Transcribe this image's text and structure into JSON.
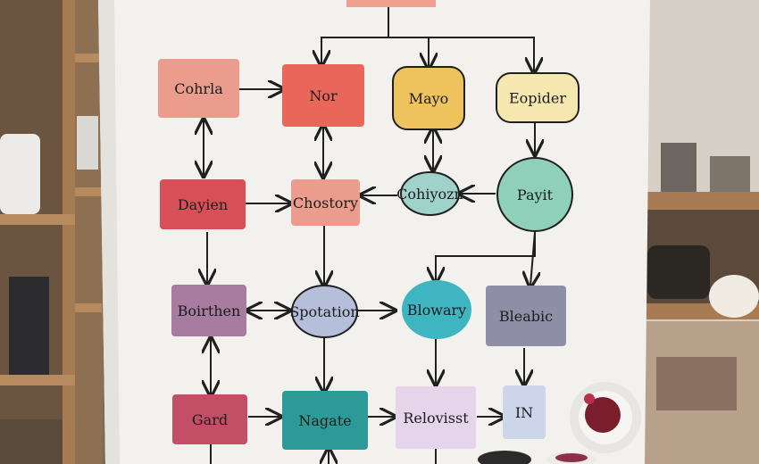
{
  "photo": {
    "colors": {
      "paper": "#f2f1ee",
      "shelf_wood": "#a0774f",
      "wall": "#d9d3ca",
      "ink": "#1f1f1f"
    }
  },
  "flowchart": {
    "nodes": [
      {
        "id": "cohrla",
        "label": "Cohrla",
        "shape": "rect",
        "color": "#ec9c8c"
      },
      {
        "id": "nor",
        "label": "Nor",
        "shape": "rect",
        "color": "#e9675a"
      },
      {
        "id": "mayo",
        "label": "Mayo",
        "shape": "round",
        "color": "#eec25c"
      },
      {
        "id": "epider",
        "label": "Eopider",
        "shape": "round",
        "color": "#f6e7b0"
      },
      {
        "id": "dayien",
        "label": "Dayien",
        "shape": "rect",
        "color": "#d94f58"
      },
      {
        "id": "chostory",
        "label": "Chostory",
        "shape": "rect",
        "color": "#ec9c8c"
      },
      {
        "id": "cohiyozn",
        "label": "Cohiyozn",
        "shape": "ellipse",
        "color": "#9fd3c9"
      },
      {
        "id": "payit",
        "label": "Payit",
        "shape": "circle",
        "color": "#8fd0bb"
      },
      {
        "id": "boirthen",
        "label": "Boirthen",
        "shape": "rect",
        "color": "#a77ca0"
      },
      {
        "id": "spotation",
        "label": "Spotation",
        "shape": "ellipse",
        "color": "#b6bfd9"
      },
      {
        "id": "blowary",
        "label": "Blowary",
        "shape": "blob",
        "color": "#3fb5c2"
      },
      {
        "id": "bleabic",
        "label": "Bleabic",
        "shape": "rect",
        "color": "#8e8fa6"
      },
      {
        "id": "gard",
        "label": "Gard",
        "shape": "rect",
        "color": "#c24f66"
      },
      {
        "id": "nagate",
        "label": "Nagate",
        "shape": "rect",
        "color": "#2c9b98"
      },
      {
        "id": "relovisst",
        "label": "Relovisst",
        "shape": "rect",
        "color": "#e6d4ea"
      },
      {
        "id": "in",
        "label": "IN",
        "shape": "rect",
        "color": "#cdd5ea"
      }
    ]
  }
}
